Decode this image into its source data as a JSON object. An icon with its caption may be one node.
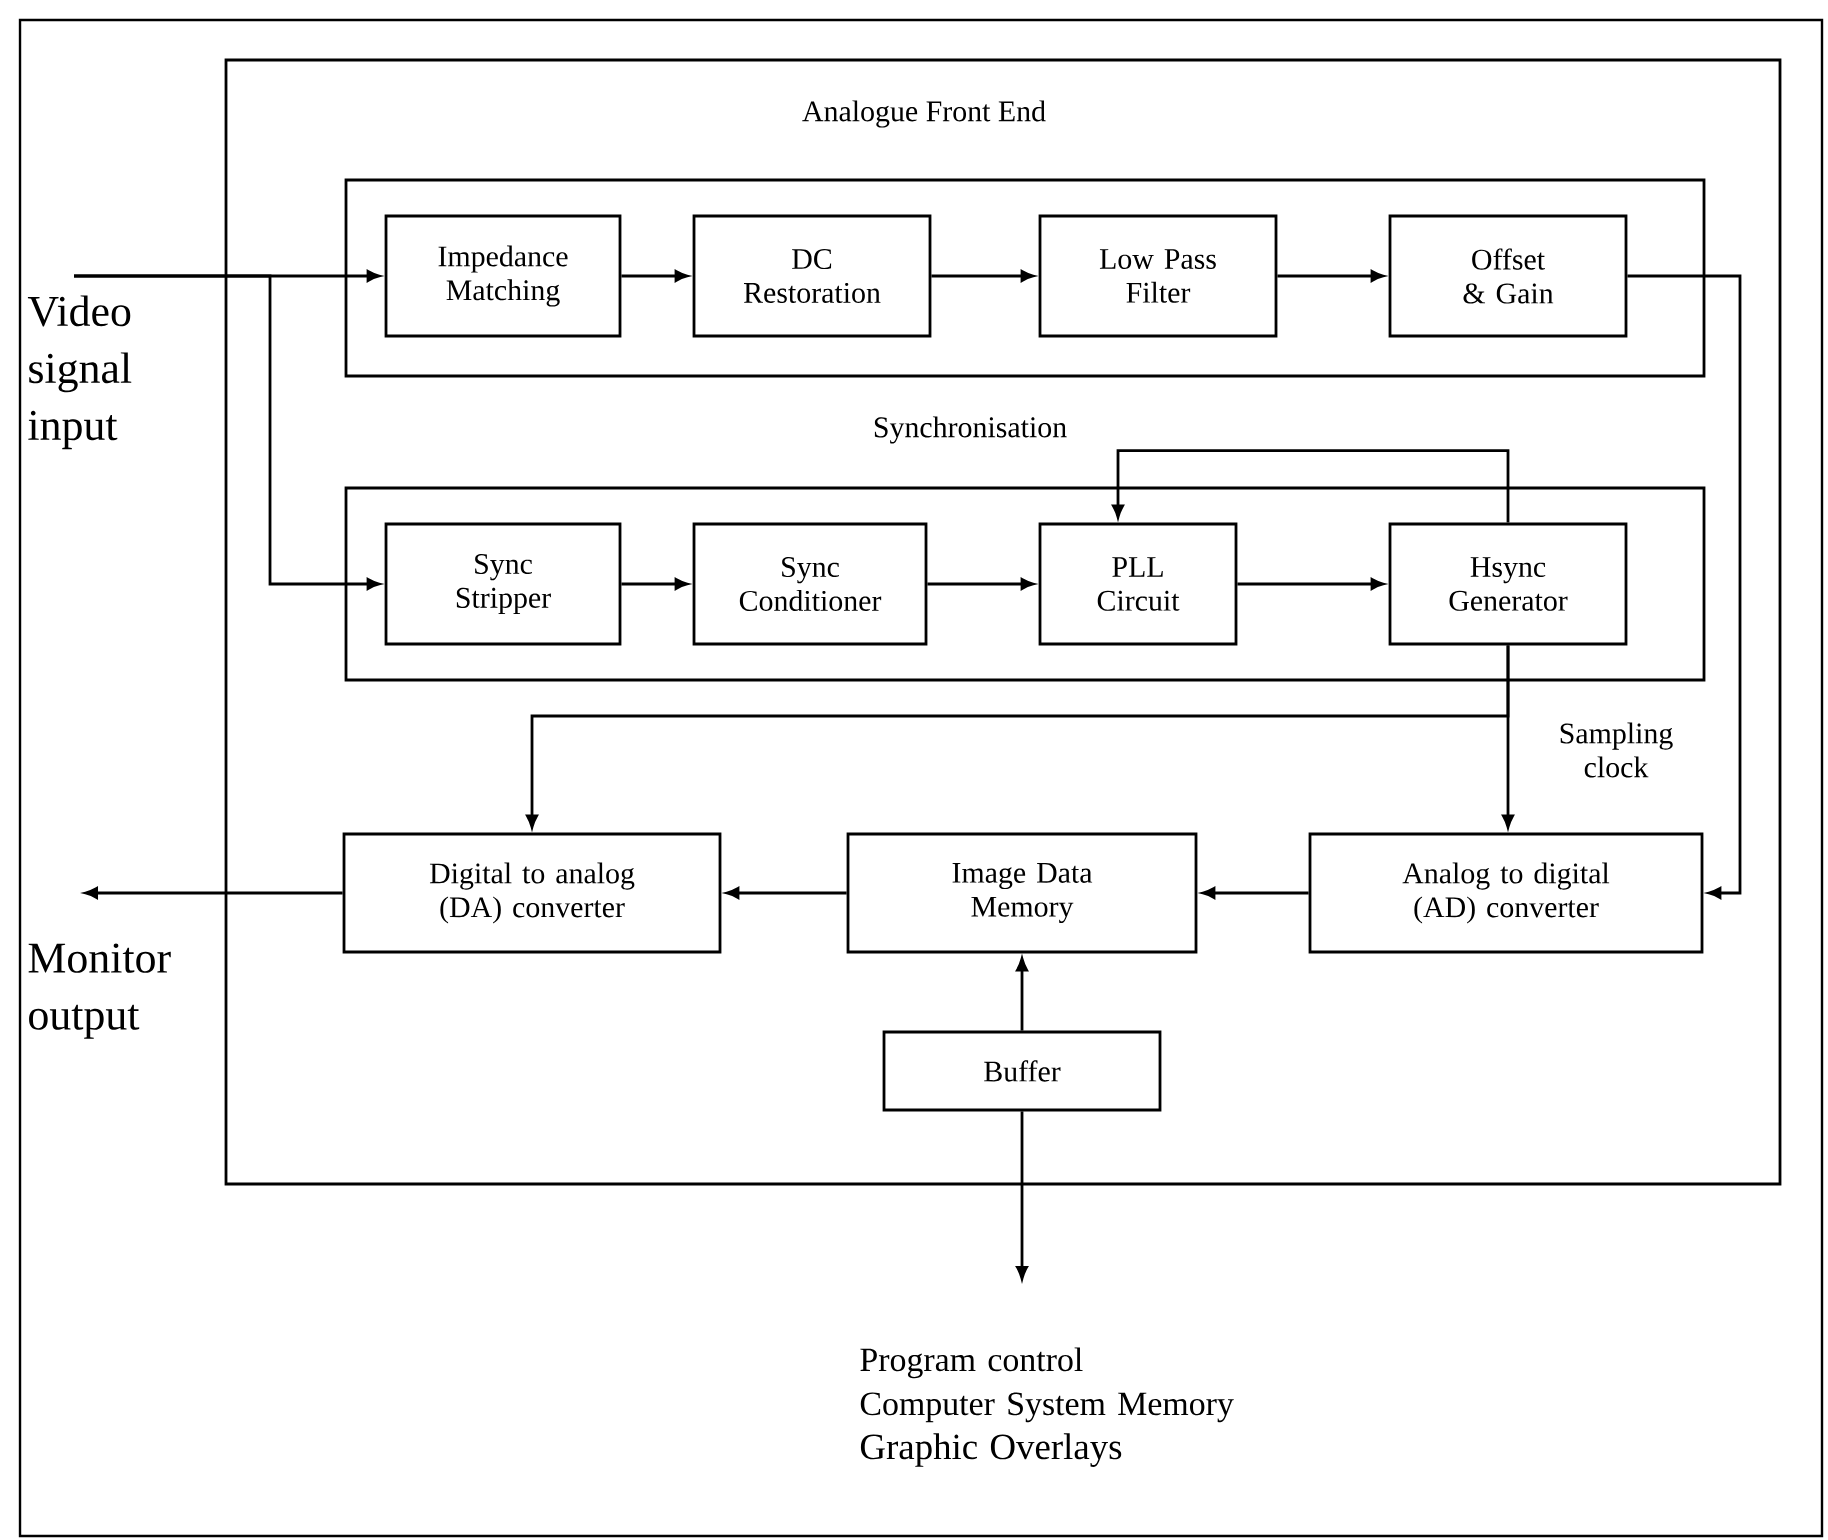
{
  "diagram": {
    "nodes": [
      {
        "text": [],
        "shape": "box"
      },
      {
        "text": [
          "Analogue Front End"
        ],
        "in": 0
      },
      {
        "text": [
          "Impedance Matching"
        ],
        "in": 1
      },
      {
        "text": [
          "DC Restoration"
        ],
        "in": 1
      },
      {
        "text": [
          "Low Pass Filter"
        ],
        "in": 1
      },
      {
        "text": [
          "Offset & Gain"
        ],
        "in": 1
      },
      {
        "text": [
          "Synchronisation"
        ],
        "in": 0
      },
      {
        "text": [
          "Sync Stripper"
        ],
        "in": 6
      },
      {
        "text": [
          "Sync Conditioner"
        ],
        "in": 6
      },
      {
        "text": [
          "PLL Circuit"
        ],
        "in": 6
      },
      {
        "text": [
          "Hsync Generator"
        ],
        "in": 6
      },
      {
        "text": [
          "Digital to analog (DA) converter"
        ],
        "in": 0
      },
      {
        "text": [
          "Image Data Memory"
        ],
        "in": 0
      },
      {
        "text": [
          "Analog to digital (AD) converter"
        ],
        "in": 0
      },
      {
        "text": [
          "Buffer"
        ],
        "in": 0
      },
      {
        "text": [
          "Video signal input"
        ]
      },
      {
        "text": [
          "Monitor output"
        ]
      },
      {
        "text": [
          "Program control",
          "Computer System Memory",
          "Graphic Overlays"
        ]
      }
    ],
    "edges": [
      {
        "from": 15,
        "to": 2,
        "arrow": "to"
      },
      {
        "from": 15,
        "to": 7,
        "arrow": "to"
      },
      {
        "from": 2,
        "to": 3,
        "arrow": "to"
      },
      {
        "from": 3,
        "to": 4,
        "arrow": "to"
      },
      {
        "from": 4,
        "to": 5,
        "arrow": "to"
      },
      {
        "from": 5,
        "to": 13,
        "arrow": "to"
      },
      {
        "from": 7,
        "to": 8,
        "arrow": "to"
      },
      {
        "from": 8,
        "to": 9,
        "arrow": "to"
      },
      {
        "from": 9,
        "to": 10,
        "arrow": "to"
      },
      {
        "from": 10,
        "to": 9,
        "arrow": "to"
      },
      {
        "from": 10,
        "to": 13,
        "arrow": "to",
        "label": "Sampling clock"
      },
      {
        "from": 10,
        "to": 11,
        "arrow": "to"
      },
      {
        "from": 13,
        "to": 12,
        "arrow": "to"
      },
      {
        "from": 12,
        "to": 11,
        "arrow": "to"
      },
      {
        "from": 11,
        "to": 16,
        "arrow": "to"
      },
      {
        "from": 14,
        "to": 12,
        "arrow": "to"
      },
      {
        "from": 14,
        "to": 17,
        "arrow": "to"
      }
    ]
  }
}
